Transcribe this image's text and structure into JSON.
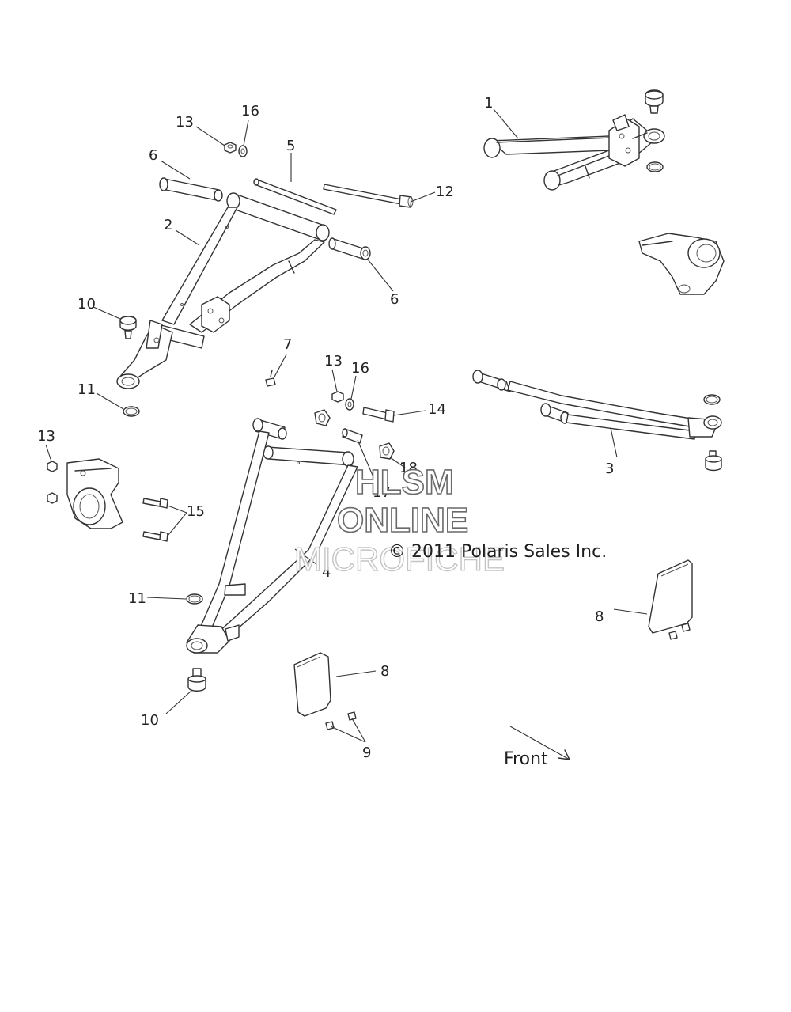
{
  "callouts": [
    {
      "id": "c1",
      "text": "1"
    },
    {
      "id": "c2",
      "text": "2"
    },
    {
      "id": "c3",
      "text": "3"
    },
    {
      "id": "c4",
      "text": "4"
    },
    {
      "id": "c5",
      "text": "5"
    },
    {
      "id": "c6a",
      "text": "6"
    },
    {
      "id": "c6b",
      "text": "6"
    },
    {
      "id": "c7",
      "text": "7"
    },
    {
      "id": "c8a",
      "text": "8"
    },
    {
      "id": "c8b",
      "text": "8"
    },
    {
      "id": "c9",
      "text": "9"
    },
    {
      "id": "c10a",
      "text": "10"
    },
    {
      "id": "c10b",
      "text": "10"
    },
    {
      "id": "c11a",
      "text": "11"
    },
    {
      "id": "c11b",
      "text": "11"
    },
    {
      "id": "c12",
      "text": "12"
    },
    {
      "id": "c13a",
      "text": "13"
    },
    {
      "id": "c13b",
      "text": "13"
    },
    {
      "id": "c13c",
      "text": "13"
    },
    {
      "id": "c14",
      "text": "14"
    },
    {
      "id": "c15",
      "text": "15"
    },
    {
      "id": "c16a",
      "text": "16"
    },
    {
      "id": "c16b",
      "text": "16"
    },
    {
      "id": "c17",
      "text": "17"
    },
    {
      "id": "c18",
      "text": "18"
    }
  ],
  "watermark": {
    "line1": "HLSM",
    "line2": "ONLINE",
    "line3": "MICROFICHE"
  },
  "copyright": "© 2011 Polaris Sales Inc.",
  "direction_label": "Front"
}
